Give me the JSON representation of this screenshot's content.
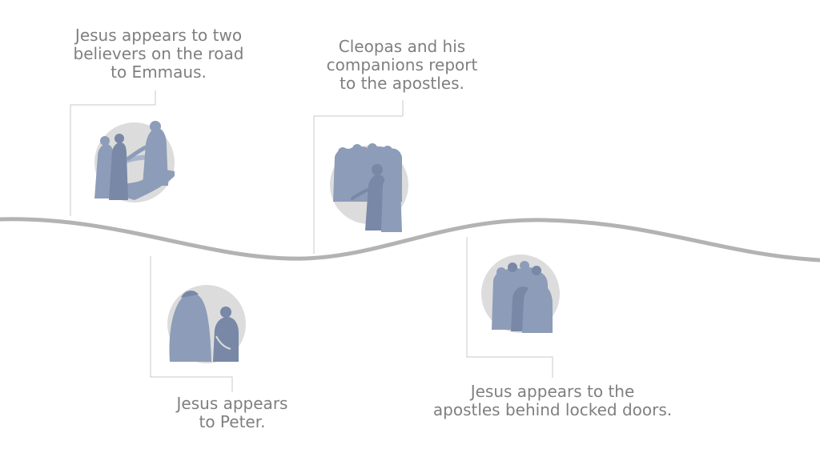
{
  "events": [
    {
      "id": "emmaus",
      "caption_lines": [
        "Jesus appears to two",
        "believers on the road",
        "to Emmaus."
      ],
      "illustration": "road-to-emmaus-illustration"
    },
    {
      "id": "cleopas",
      "caption_lines": [
        "Cleopas and his",
        "companions report",
        "to the apostles."
      ],
      "illustration": "report-to-apostles-illustration"
    },
    {
      "id": "peter",
      "caption_lines": [
        "Jesus appears",
        "to Peter."
      ],
      "illustration": "appears-to-peter-illustration"
    },
    {
      "id": "doors",
      "caption_lines": [
        "Jesus appears to the",
        "apostles behind locked doors."
      ],
      "illustration": "locked-doors-illustration"
    }
  ],
  "colors": {
    "caption_text": "#7f7f7f",
    "wave": "#b3b3b3",
    "leader_line": "#c8c8c8",
    "circle_bg": "#dcdcdc",
    "figure": "#8d9cb8",
    "figure_dark": "#7888a6"
  }
}
